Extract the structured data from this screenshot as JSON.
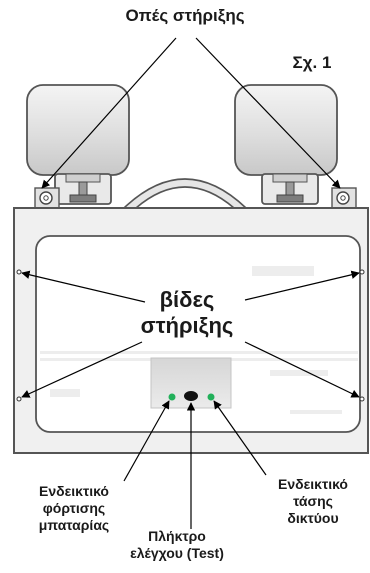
{
  "labels": {
    "mounting_holes": "Οπές στήριξης",
    "figure_number": "Σχ. 1",
    "mounting_screws": [
      "βίδες",
      "στήριξης"
    ],
    "battery_charge_indicator": [
      "Ενδεικτικό",
      "φόρτισης",
      "μπαταρίας"
    ],
    "test_button": [
      "Πλήκτρο",
      "ελέγχου (Test)"
    ],
    "mains_voltage_indicator": [
      "Ενδεικτικό",
      "τάσης",
      "δικτύου"
    ]
  },
  "colors": {
    "outline": "#555555",
    "housing_fill": "#f0f0f0",
    "lamp_fill": "#dcdcdc",
    "led_green": "#22b05a",
    "button_dark": "#111111",
    "leader_line": "#000000"
  }
}
